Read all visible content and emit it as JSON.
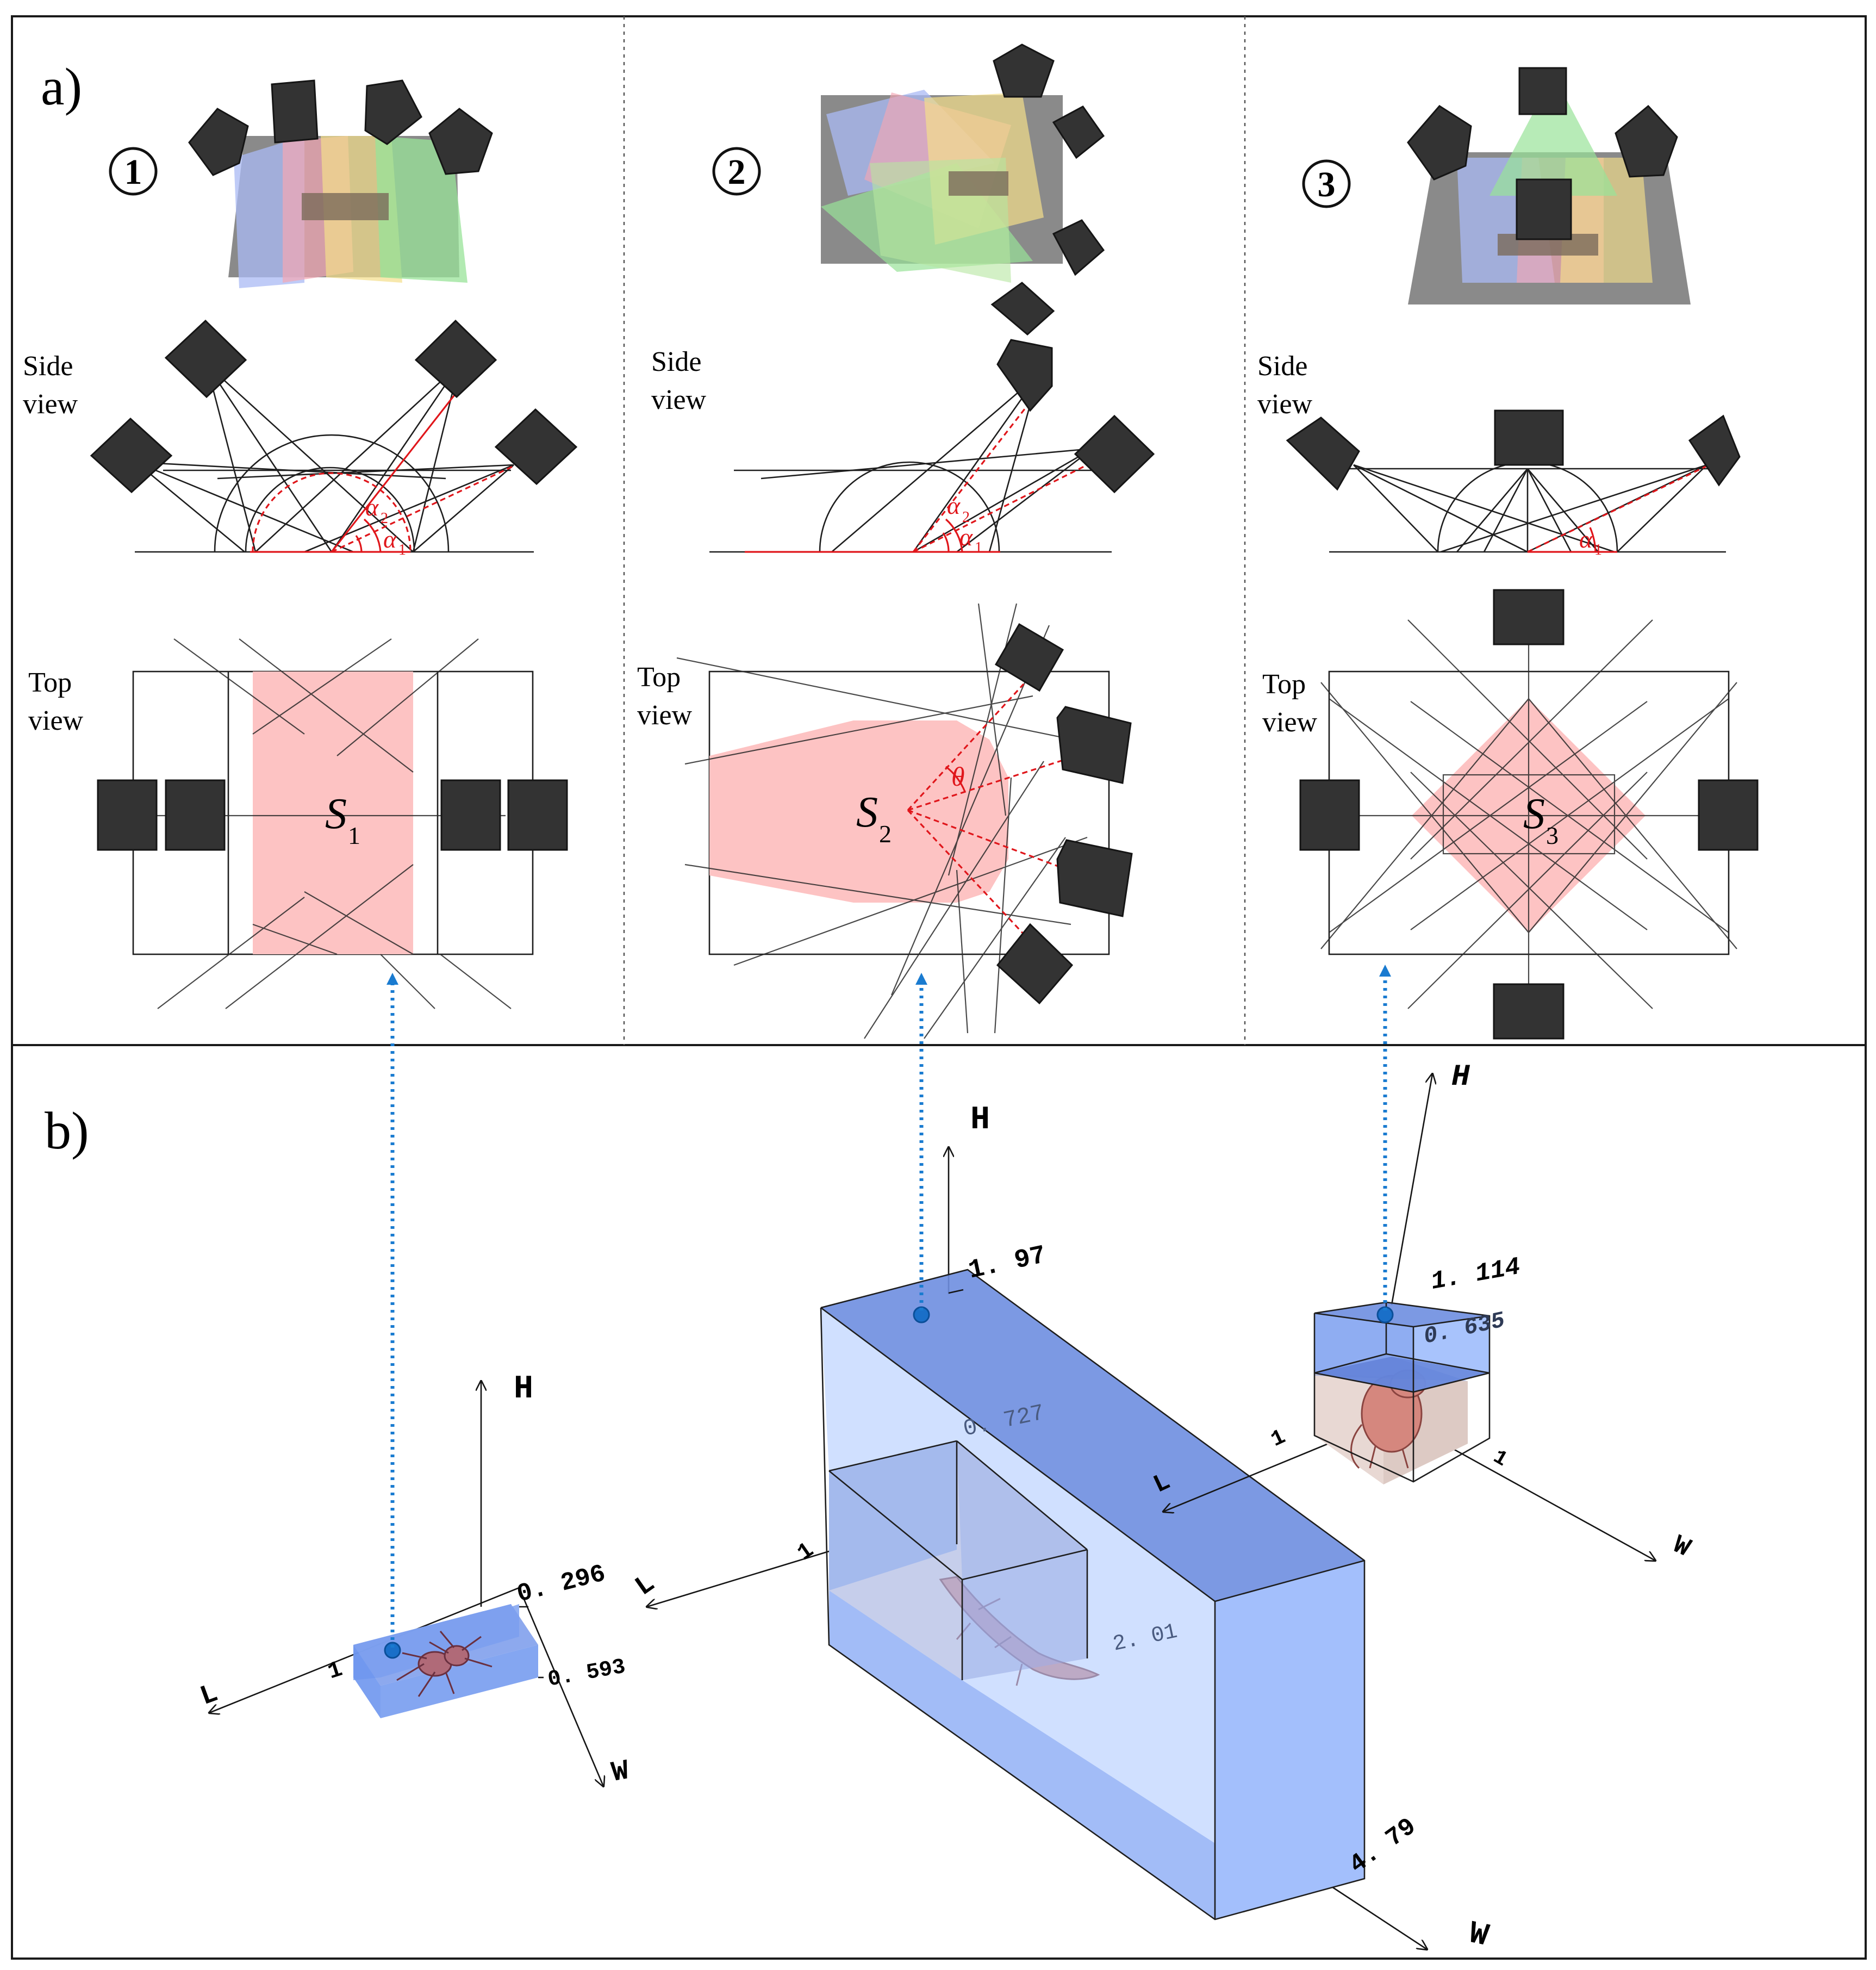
{
  "panel_a": {
    "label": "a)",
    "configs": [
      {
        "num": "1",
        "side_label_1": "Side",
        "side_label_2": "view",
        "top_label_1": "Top",
        "top_label_2": "view",
        "area_label": "S",
        "area_sub": "1",
        "angle_labels": [
          "α",
          "α"
        ],
        "angle_subs": [
          "2",
          "1"
        ]
      },
      {
        "num": "2",
        "side_label_1": "Side",
        "side_label_2": "view",
        "top_label_1": "Top",
        "top_label_2": "view",
        "area_label": "S",
        "area_sub": "2",
        "angle_labels": [
          "α",
          "α"
        ],
        "angle_subs": [
          "2",
          "1"
        ],
        "theta": "θ"
      },
      {
        "num": "3",
        "side_label_1": "Side",
        "side_label_2": "view",
        "top_label_1": "Top",
        "top_label_2": "view",
        "area_label": "S",
        "area_sub": "3",
        "angle_labels": [
          "α"
        ],
        "angle_subs": [
          "1"
        ]
      }
    ]
  },
  "panel_b": {
    "label": "b)",
    "boxes": [
      {
        "subject": "spider",
        "axis_h": "H",
        "axis_l": "L",
        "axis_w": "W",
        "tick_l": "1",
        "tick_h": "0. 296",
        "tick_w": "0. 593"
      },
      {
        "subject": "salamander",
        "axis_h": "H",
        "axis_l": "L",
        "axis_w": "W",
        "tick_l": "1",
        "tick_h_top": "1. 97",
        "tick_h_mid": "0. 727",
        "tick_w_mid": "2. 01",
        "tick_w": "4. 79"
      },
      {
        "subject": "rat",
        "axis_h": "H",
        "axis_l": "L",
        "axis_w": "W",
        "tick_l": "1",
        "tick_h_top": "1. 114",
        "tick_h_mid": "0. 635",
        "tick_w": "1"
      }
    ]
  },
  "colors": {
    "camera": "#333333",
    "coverage_area": "#fdc3c3",
    "box_blue": "#6e96ee",
    "box_blue_light": "#a9c6ff",
    "box_tan": "#e8d8d3",
    "rays_red": "#e0161b",
    "pointer_blue": "#1a7bd0"
  }
}
